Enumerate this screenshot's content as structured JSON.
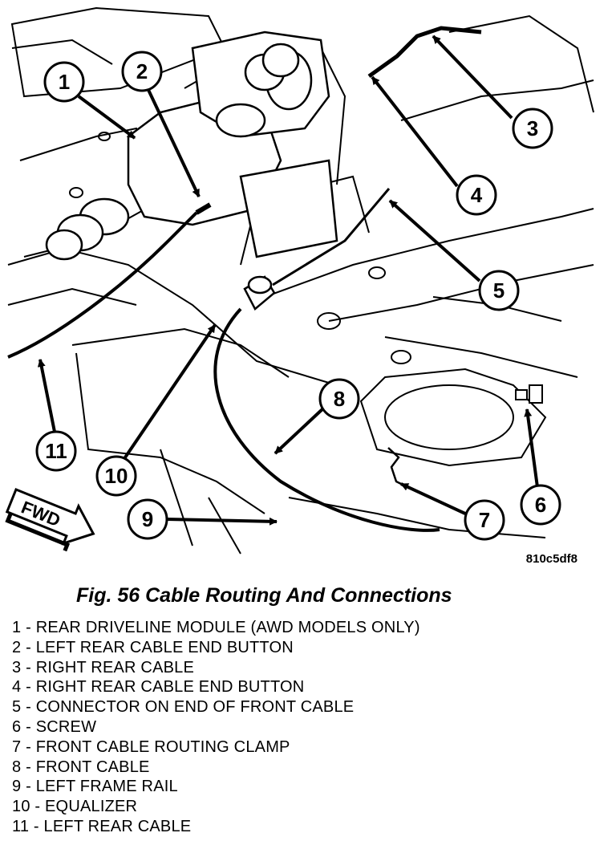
{
  "figure": {
    "id_code": "810c5df8",
    "caption": "Fig. 56 Cable Routing And Connections",
    "direction_label": "FWD"
  },
  "callouts": [
    "1",
    "2",
    "3",
    "4",
    "5",
    "6",
    "7",
    "8",
    "9",
    "10",
    "11"
  ],
  "legend": [
    "1 - REAR DRIVELINE MODULE (AWD MODELS ONLY)",
    "2 - LEFT REAR CABLE END BUTTON",
    "3 - RIGHT REAR CABLE",
    "4 - RIGHT REAR CABLE END BUTTON",
    "5 - CONNECTOR ON END OF FRONT CABLE",
    "6 - SCREW",
    "7 - FRONT CABLE ROUTING CLAMP",
    "8 - FRONT CABLE",
    "9 - LEFT FRAME RAIL",
    "10 - EQUALIZER",
    "11 - LEFT REAR CABLE"
  ]
}
